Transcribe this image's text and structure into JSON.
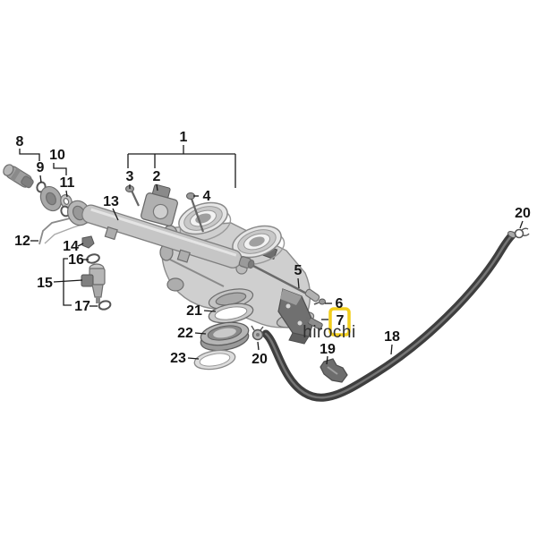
{
  "watermark": {
    "text": "hirochi"
  },
  "highlight": {
    "highlighted_part": "7",
    "color": "#f2ce1c"
  },
  "colors": {
    "callout": "#151515",
    "muted_callout": "#b4b4b4",
    "leader_line": "#1a1a1a",
    "hose": "#3e3e3e",
    "background": "#ffffff"
  },
  "callouts": {
    "1": "1",
    "2": "2",
    "3": "3",
    "4": "4",
    "5": "5",
    "6": "6",
    "7": "7",
    "8": "8",
    "9": "9",
    "10": "10",
    "11": "11",
    "12": "12",
    "13": "13",
    "14": "14",
    "15": "15",
    "16": "16",
    "17": "17",
    "18": "18",
    "19": "19",
    "20": "20",
    "21": "21",
    "22": "22",
    "23": "23"
  },
  "muted_callouts": [
    "10"
  ]
}
